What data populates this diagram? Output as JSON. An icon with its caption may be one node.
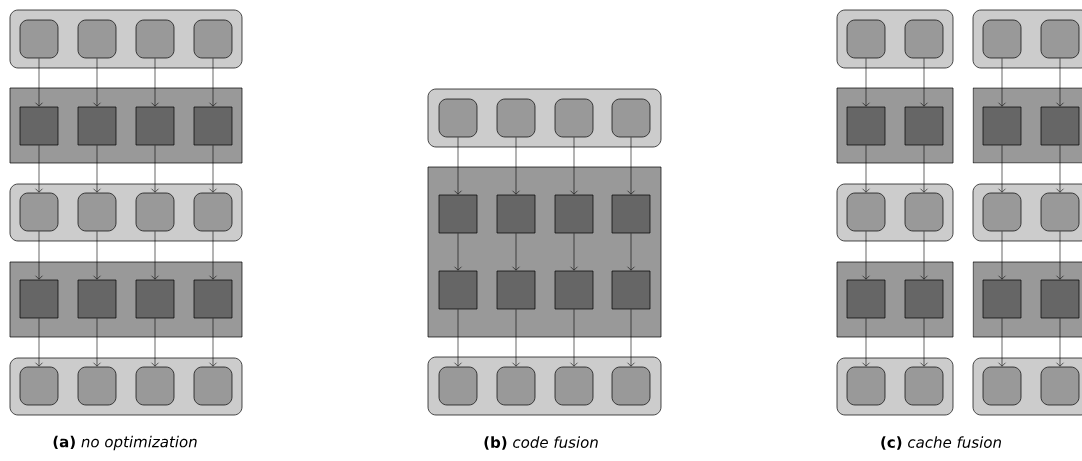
{
  "diagram": {
    "nodes": [
      {
        "text": [],
        "shape": "box"
      },
      {
        "text": [],
        "shape": "box",
        "in": 0
      },
      {
        "text": [],
        "shape": "box",
        "in": 0
      },
      {
        "text": [],
        "shape": "box",
        "in": 0
      },
      {
        "text": [],
        "shape": "box",
        "in": 0
      },
      {
        "text": [],
        "shape": "box"
      },
      {
        "text": [],
        "shape": "box",
        "in": 5
      },
      {
        "text": [],
        "shape": "box",
        "in": 5
      },
      {
        "text": [],
        "shape": "box",
        "in": 5
      },
      {
        "text": [],
        "shape": "box",
        "in": 5
      },
      {
        "text": [],
        "shape": "box"
      },
      {
        "text": [],
        "shape": "box",
        "in": 10
      },
      {
        "text": [],
        "shape": "box",
        "in": 10
      },
      {
        "text": [],
        "shape": "box",
        "in": 10
      },
      {
        "text": [],
        "shape": "box",
        "in": 10
      },
      {
        "text": [],
        "shape": "box"
      },
      {
        "text": [],
        "shape": "box",
        "in": 15
      },
      {
        "text": [],
        "shape": "box",
        "in": 15
      },
      {
        "text": [],
        "shape": "box",
        "in": 15
      },
      {
        "text": [],
        "shape": "box",
        "in": 15
      },
      {
        "text": [],
        "shape": "box"
      },
      {
        "text": [],
        "shape": "box",
        "in": 20
      },
      {
        "text": [],
        "shape": "box",
        "in": 20
      },
      {
        "text": [],
        "shape": "box",
        "in": 20
      },
      {
        "text": [],
        "shape": "box",
        "in": 20
      },
      {
        "text": [],
        "shape": "box"
      },
      {
        "text": [],
        "shape": "box",
        "in": 25
      },
      {
        "text": [],
        "shape": "box",
        "in": 25
      },
      {
        "text": [],
        "shape": "box",
        "in": 25
      },
      {
        "text": [],
        "shape": "box",
        "in": 25
      },
      {
        "text": [],
        "shape": "box"
      },
      {
        "text": [],
        "shape": "box",
        "in": 30
      },
      {
        "text": [],
        "shape": "box",
        "in": 30
      },
      {
        "text": [],
        "shape": "box",
        "in": 30
      },
      {
        "text": [],
        "shape": "box",
        "in": 30
      },
      {
        "text": [],
        "shape": "box",
        "in": 30
      },
      {
        "text": [],
        "shape": "box",
        "in": 30
      },
      {
        "text": [],
        "shape": "box",
        "in": 30
      },
      {
        "text": [],
        "shape": "box",
        "in": 30
      },
      {
        "text": [],
        "shape": "box"
      },
      {
        "text": [],
        "shape": "box",
        "in": 39
      },
      {
        "text": [],
        "shape": "box",
        "in": 39
      },
      {
        "text": [],
        "shape": "box",
        "in": 39
      },
      {
        "text": [],
        "shape": "box",
        "in": 39
      },
      {
        "text": [],
        "shape": "box"
      },
      {
        "text": [],
        "shape": "box",
        "in": 44
      },
      {
        "text": [],
        "shape": "box",
        "in": 44
      },
      {
        "text": [],
        "shape": "box"
      },
      {
        "text": [],
        "shape": "box",
        "in": 47
      },
      {
        "text": [],
        "shape": "box",
        "in": 47
      },
      {
        "text": [],
        "shape": "box"
      },
      {
        "text": [],
        "shape": "box",
        "in": 50
      },
      {
        "text": [],
        "shape": "box",
        "in": 50
      },
      {
        "text": [],
        "shape": "box"
      },
      {
        "text": [],
        "shape": "box",
        "in": 53
      },
      {
        "text": [],
        "shape": "box",
        "in": 53
      },
      {
        "text": [],
        "shape": "box"
      },
      {
        "text": [],
        "shape": "box",
        "in": 56
      },
      {
        "text": [],
        "shape": "box",
        "in": 56
      },
      {
        "text": [],
        "shape": "box"
      },
      {
        "text": [],
        "shape": "box",
        "in": 59
      },
      {
        "text": [],
        "shape": "box",
        "in": 59
      },
      {
        "text": [],
        "shape": "box"
      },
      {
        "text": [],
        "shape": "box",
        "in": 62
      },
      {
        "text": [],
        "shape": "box",
        "in": 62
      },
      {
        "text": [],
        "shape": "box"
      },
      {
        "text": [],
        "shape": "box",
        "in": 65
      },
      {
        "text": [],
        "shape": "box",
        "in": 65
      },
      {
        "text": [],
        "shape": "box"
      },
      {
        "text": [],
        "shape": "box",
        "in": 68
      },
      {
        "text": [],
        "shape": "box",
        "in": 68
      },
      {
        "text": [],
        "shape": "box"
      },
      {
        "text": [],
        "shape": "box",
        "in": 71
      },
      {
        "text": [],
        "shape": "box",
        "in": 71
      }
    ],
    "edges": [
      {
        "from": 1,
        "to": 6,
        "arrow": "to"
      },
      {
        "from": 2,
        "to": 7,
        "arrow": "to"
      },
      {
        "from": 3,
        "to": 8,
        "arrow": "to"
      },
      {
        "from": 4,
        "to": 9,
        "arrow": "to"
      },
      {
        "from": 6,
        "to": 11,
        "arrow": "to"
      },
      {
        "from": 7,
        "to": 12,
        "arrow": "to"
      },
      {
        "from": 8,
        "to": 13,
        "arrow": "to"
      },
      {
        "from": 9,
        "to": 14,
        "arrow": "to"
      },
      {
        "from": 11,
        "to": 16,
        "arrow": "to"
      },
      {
        "from": 12,
        "to": 17,
        "arrow": "to"
      },
      {
        "from": 13,
        "to": 18,
        "arrow": "to"
      },
      {
        "from": 14,
        "to": 19,
        "arrow": "to"
      },
      {
        "from": 16,
        "to": 21,
        "arrow": "to"
      },
      {
        "from": 17,
        "to": 22,
        "arrow": "to"
      },
      {
        "from": 18,
        "to": 23,
        "arrow": "to"
      },
      {
        "from": 19,
        "to": 24,
        "arrow": "to"
      },
      {
        "from": 26,
        "to": 31,
        "arrow": "to"
      },
      {
        "from": 27,
        "to": 32,
        "arrow": "to"
      },
      {
        "from": 28,
        "to": 33,
        "arrow": "to"
      },
      {
        "from": 29,
        "to": 34,
        "arrow": "to"
      },
      {
        "from": 31,
        "to": 35,
        "arrow": "to"
      },
      {
        "from": 32,
        "to": 36,
        "arrow": "to"
      },
      {
        "from": 33,
        "to": 37,
        "arrow": "to"
      },
      {
        "from": 34,
        "to": 38,
        "arrow": "to"
      },
      {
        "from": 35,
        "to": 40,
        "arrow": "to"
      },
      {
        "from": 36,
        "to": 41,
        "arrow": "to"
      },
      {
        "from": 37,
        "to": 42,
        "arrow": "to"
      },
      {
        "from": 38,
        "to": 43,
        "arrow": "to"
      },
      {
        "from": 45,
        "to": 48,
        "arrow": "to"
      },
      {
        "from": 46,
        "to": 49,
        "arrow": "to"
      },
      {
        "from": 48,
        "to": 51,
        "arrow": "to"
      },
      {
        "from": 49,
        "to": 52,
        "arrow": "to"
      },
      {
        "from": 51,
        "to": 54,
        "arrow": "to"
      },
      {
        "from": 52,
        "to": 55,
        "arrow": "to"
      },
      {
        "from": 54,
        "to": 57,
        "arrow": "to"
      },
      {
        "from": 55,
        "to": 58,
        "arrow": "to"
      },
      {
        "from": 60,
        "to": 63,
        "arrow": "to"
      },
      {
        "from": 61,
        "to": 64,
        "arrow": "to"
      },
      {
        "from": 63,
        "to": 66,
        "arrow": "to"
      },
      {
        "from": 64,
        "to": 67,
        "arrow": "to"
      },
      {
        "from": 66,
        "to": 69,
        "arrow": "to"
      },
      {
        "from": 67,
        "to": 70,
        "arrow": "to"
      },
      {
        "from": 69,
        "to": 72,
        "arrow": "to"
      },
      {
        "from": 70,
        "to": 73,
        "arrow": "to"
      }
    ],
    "labels": [
      "**(a)** *no optimization*",
      "**(b)** *code fusion*",
      "**(c)** *cache fusion*"
    ]
  }
}
